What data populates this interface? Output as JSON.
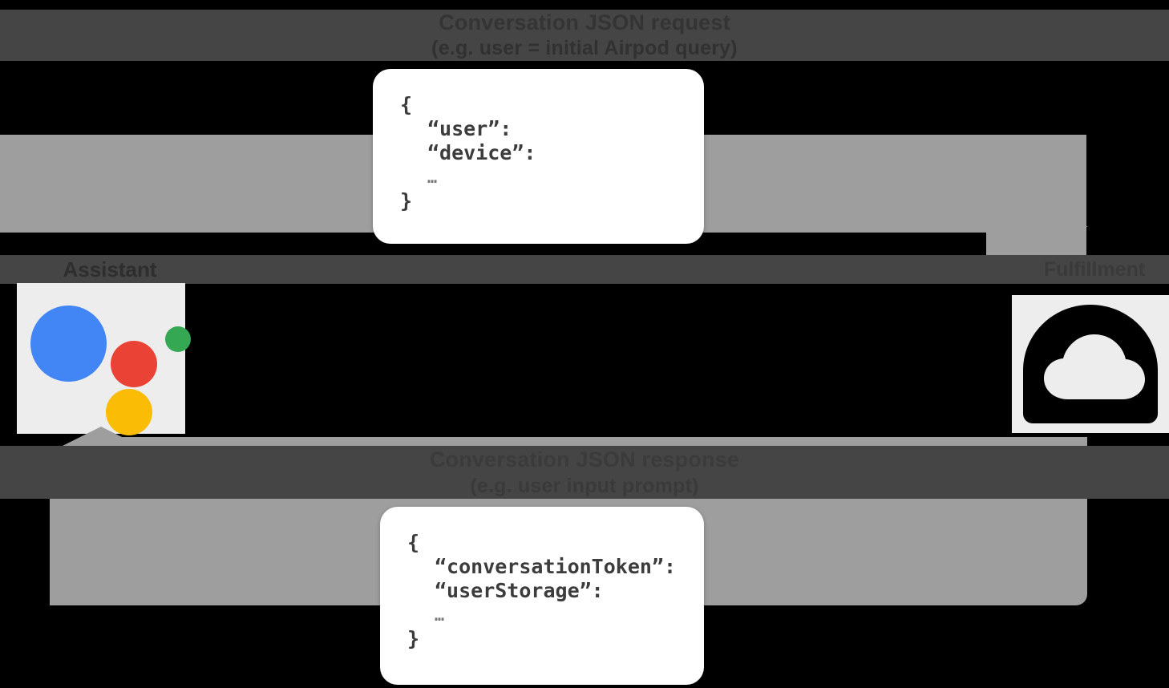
{
  "diagram": {
    "type": "flow",
    "title_top_line1": "Conversation JSON request",
    "title_top_line2": "(e.g. user = initial Airpod query)",
    "title_bottom_line1": "Conversation JSON response",
    "title_bottom_line2": "(e.g. user input prompt)",
    "nodes": {
      "assistant": {
        "label": "Assistant",
        "icon": "google-assistant-icon",
        "colors": {
          "blue": "#4285F4",
          "red": "#EA4335",
          "green": "#34A853",
          "yellow": "#FBBC05",
          "tile": "#ededed"
        }
      },
      "fulfillment": {
        "label": "Fulfillment",
        "icon": "cloud-fulfillment-icon",
        "colors": {
          "glyph": "#000000",
          "tile": "#ededed"
        }
      }
    },
    "arrows": {
      "request_direction": "assistant-to-fulfillment",
      "response_direction": "fulfillment-to-assistant",
      "color": "#9e9e9e"
    }
  },
  "json_request": {
    "line_open": "{",
    "line_1": "“user”:",
    "line_2": "“device”:",
    "line_ellipsis": "…",
    "line_close": "}"
  },
  "json_response": {
    "line_open": "{",
    "line_1": "“conversationToken”:",
    "line_2": "“userStorage”:",
    "line_ellipsis": "…",
    "line_close": "}"
  }
}
